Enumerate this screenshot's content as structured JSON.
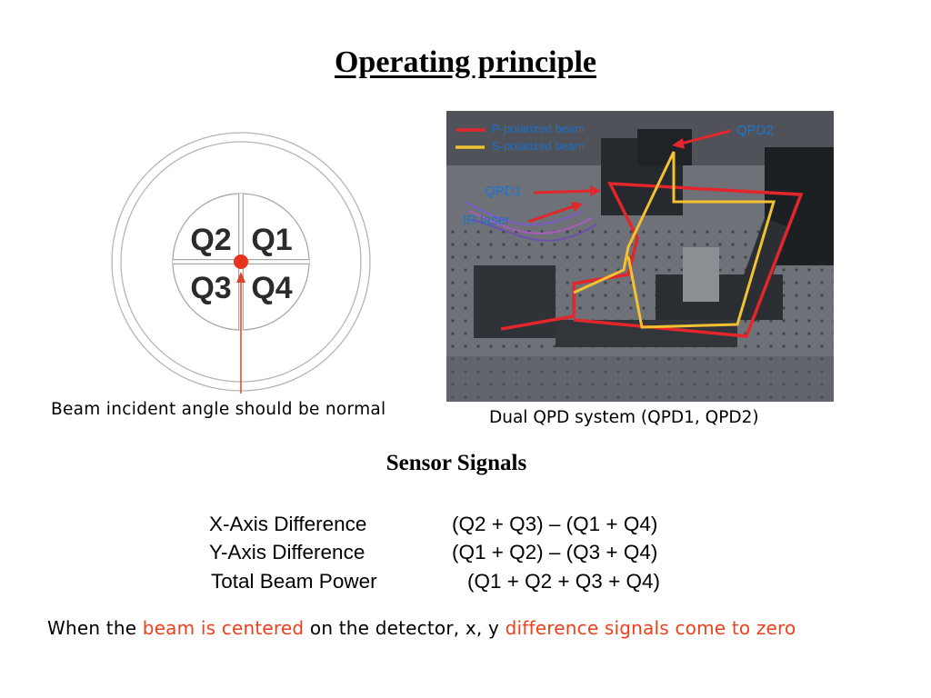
{
  "title": "Operating principle",
  "qpd": {
    "quadrants": [
      "Q2",
      "Q1",
      "Q3",
      "Q4"
    ],
    "caption": "Beam incident angle should be normal",
    "beam_color": "#e8321e"
  },
  "photo": {
    "caption": "Dual QPD system (QPD1, QPD2)",
    "legend": [
      {
        "label": "P-polarized beam",
        "color": "#e3262b"
      },
      {
        "label": "S-polarized beam",
        "color": "#f2c230"
      }
    ],
    "callouts": {
      "qpd2": "QPD2",
      "qpd1": "QPD1",
      "ir_laser": "IR laser"
    }
  },
  "sensor_signals": {
    "heading": "Sensor Signals",
    "rows": [
      {
        "name": "X-Axis Difference",
        "formula": "(Q2 + Q3) – (Q1 + Q4)"
      },
      {
        "name": "Y-Axis Difference",
        "formula": "(Q1 + Q2) – (Q3 + Q4)"
      },
      {
        "name": "Total Beam Power",
        "formula": "(Q1 + Q2 + Q3 + Q4)"
      }
    ]
  },
  "conclusion": {
    "part1": "When the ",
    "highlight1": "beam is centered",
    "part2": " on the detector, x, y ",
    "highlight2": "difference signals come to zero",
    "highlight_color": "#f0401b"
  }
}
